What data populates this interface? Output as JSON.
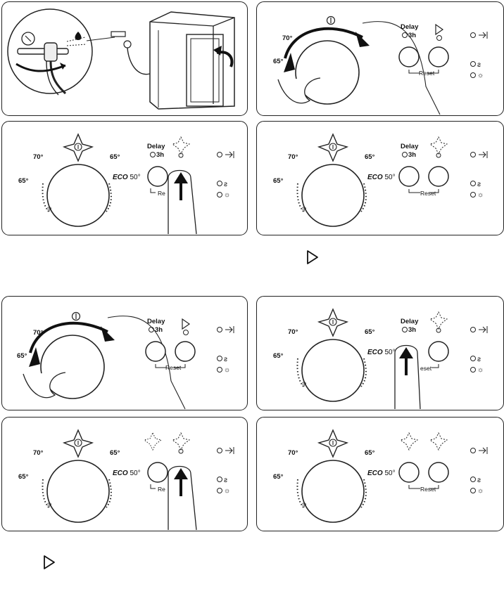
{
  "labels": {
    "delay": "Delay",
    "three_h": "3h",
    "reset": "Reset",
    "t70": "70°",
    "t65": "65°",
    "t65_right": "65°",
    "eco": "ECO",
    "eco50": "50°",
    "reset_partial": "Re",
    "reset_partial2": "eset"
  },
  "icons": {
    "start": "play-triangle-icon",
    "tap": "water-tap-icon",
    "dishwasher": "dishwasher-icon"
  },
  "colors": {
    "line": "#222222",
    "arrow": "#111111"
  }
}
